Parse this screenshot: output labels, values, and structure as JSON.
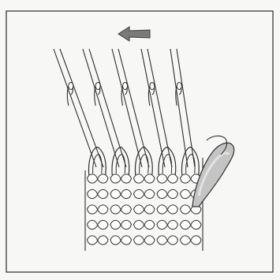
{
  "figure": {
    "page_background": "#f7f7f6",
    "border_color": "#3a3a3a",
    "line_color": "#2e2e2e",
    "arrow": {
      "direction": "left",
      "icon": "left-arrow-icon",
      "fill": "#7a7a7a",
      "stroke": "#3a3a3a"
    },
    "needles": {
      "count": 5
    },
    "knitted_fabric": {
      "stitch_columns": 5,
      "stitch_rows": 5
    },
    "working_yarn": {
      "color": "#c4c4c4",
      "highlight_color": "#e2e2e2"
    }
  }
}
